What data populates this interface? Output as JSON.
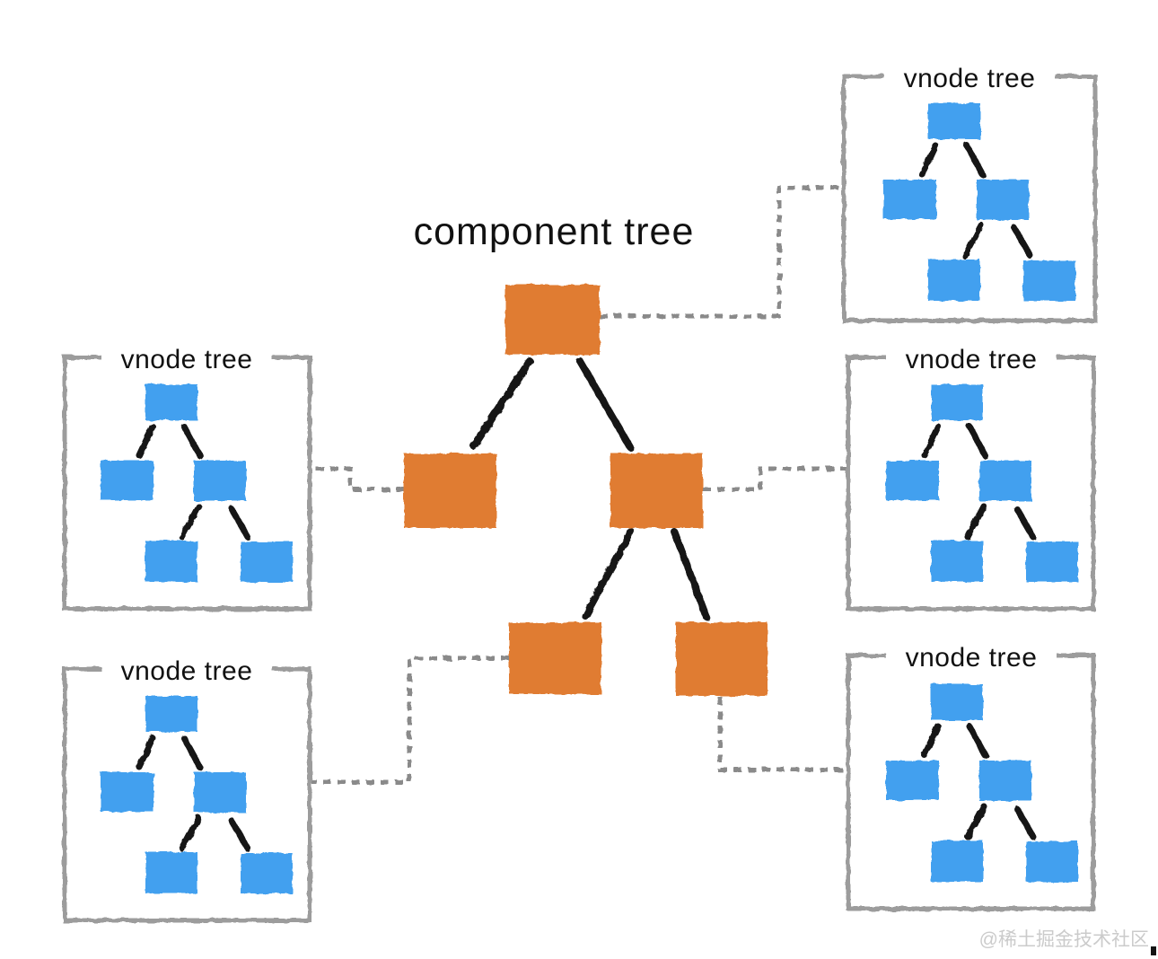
{
  "labels": {
    "component_tree": "component tree",
    "vnode_tree": "vnode tree"
  },
  "footer": {
    "watermark": "@稀土掘金技术社区"
  },
  "colors": {
    "component-fill": "#e07b33",
    "vnode-fill": "#42a0ef",
    "container-border": "#9c9c9c",
    "connector-solid": "#141414",
    "connector-dotted": "#8a8a8a",
    "ink": "#111111",
    "watermark-color": "#cbcbcb",
    "canvas-bg": "#ffffff"
  },
  "diagram": {
    "description": "A central component tree of orange nodes; each component node maps via a dotted line to its own vnode tree of blue nodes.",
    "component_tree": {
      "title": "component tree",
      "node_count": 5,
      "node_color": "#e07b33",
      "structure": "root with left and right children; right child has two children"
    },
    "vnode_tree": {
      "label": "vnode tree",
      "instances": 5,
      "node_count_each": 5,
      "node_color": "#42a0ef",
      "structure": "root with left and right children; right child has two children"
    },
    "connections": [
      {
        "from": "component-root",
        "to": "vnode-tree-top-right",
        "style": "dotted"
      },
      {
        "from": "component-child-left",
        "to": "vnode-tree-middle-left",
        "style": "dotted"
      },
      {
        "from": "component-child-right",
        "to": "vnode-tree-middle-right",
        "style": "dotted"
      },
      {
        "from": "component-grandchild-left",
        "to": "vnode-tree-bottom-left",
        "style": "dotted"
      },
      {
        "from": "component-grandchild-right",
        "to": "vnode-tree-bottom-right",
        "style": "dotted"
      }
    ]
  }
}
